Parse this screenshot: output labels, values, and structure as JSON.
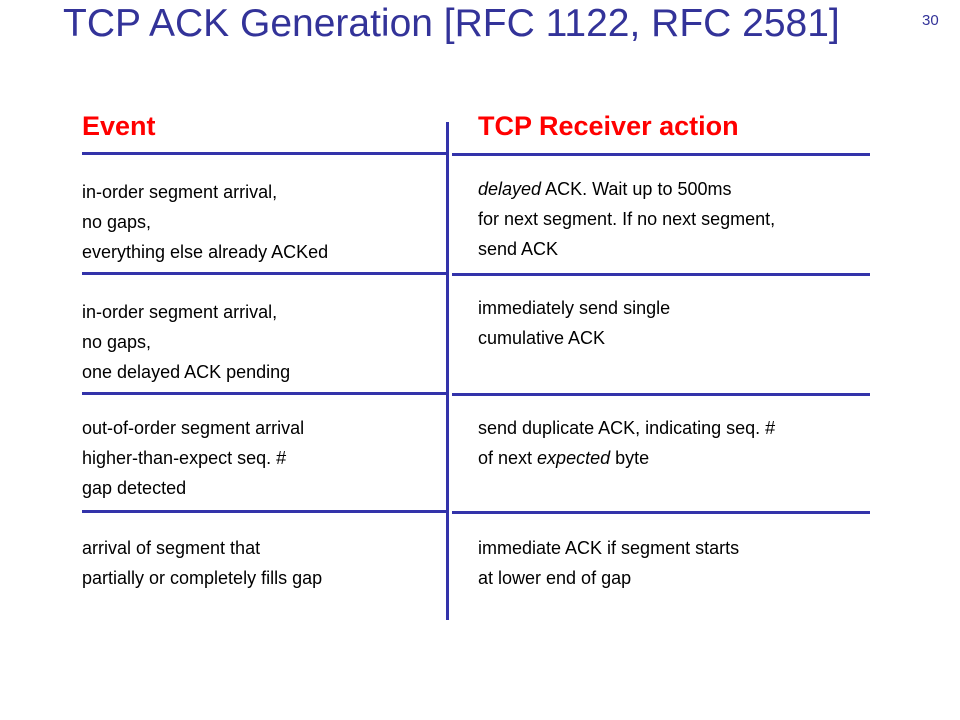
{
  "title": "TCP ACK Generation [RFC 1122, RFC 2581]",
  "slide_number": "30",
  "headers": {
    "event": "Event",
    "action": "TCP Receiver action"
  },
  "rows": [
    {
      "event": [
        "in-order segment arrival,",
        "no gaps,",
        "everything else already ACKed"
      ],
      "action": {
        "line1_italic": "delayed",
        "line1_rest": " ACK. Wait up to 500ms",
        "line2": "for next segment. If no next segment,",
        "line3": "send ACK"
      }
    },
    {
      "event": [
        "in-order segment arrival,",
        "no gaps,",
        "one delayed ACK pending"
      ],
      "action": {
        "line1": "immediately send single",
        "line2": "cumulative ACK"
      }
    },
    {
      "event": [
        "out-of-order segment arrival",
        "higher-than-expect seq. #",
        "gap detected"
      ],
      "action": {
        "line1": "send duplicate ACK, indicating seq. #",
        "line2_pre": "of next ",
        "line2_italic": "expected",
        "line2_post": " byte"
      }
    },
    {
      "event": [
        "arrival of segment that",
        "partially or completely fills gap"
      ],
      "action": {
        "line1": "immediate ACK if segment starts",
        "line2": "at lower end of gap"
      }
    }
  ]
}
